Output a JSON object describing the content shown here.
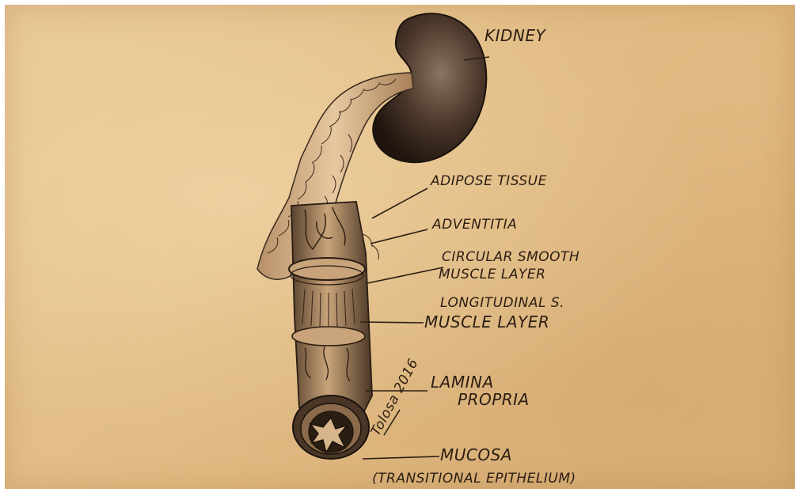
{
  "labels": {
    "kidney": "KIDNEY",
    "adipose": "ADIPOSE TISSUE",
    "adventitia": "ADVENTITIA",
    "circular_1": "CIRCULAR SMOOTH",
    "circular_2": "MUSCLE LAYER",
    "longitudinal_1": "LONGITUDINAL S.",
    "longitudinal_2": "MUSCLE LAYER",
    "lamina_1": "LAMINA",
    "lamina_2": "PROPRIA",
    "mucosa": "MUCOSA",
    "mucosa_sub": "(TRANSITIONAL EPITHELIUM)",
    "signature": "Tolosa 2016"
  },
  "colors": {
    "paper": "#e2bc85",
    "ink": "#2a1d12",
    "kidney": "#3a2a1e"
  }
}
